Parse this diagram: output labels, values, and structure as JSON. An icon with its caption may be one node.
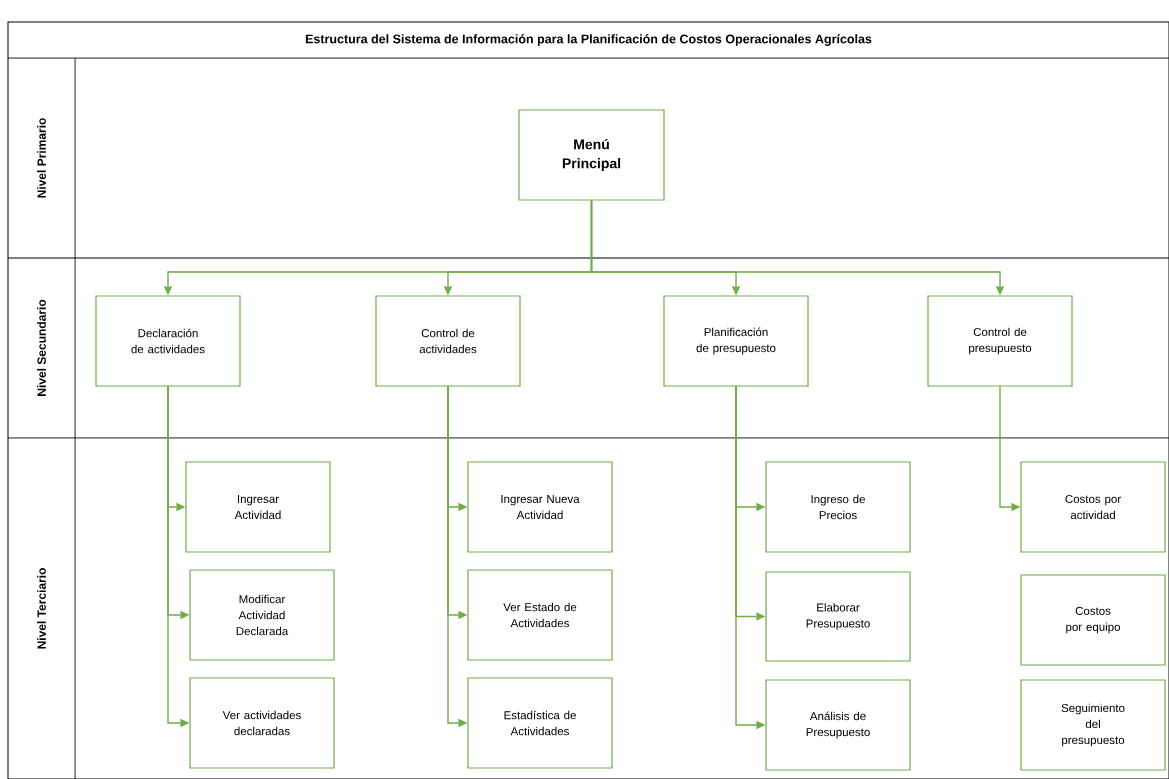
{
  "diagram": {
    "title": "Estructura del Sistema de Información para la Planificación de Costos Operacionales Agrícolas",
    "nodes": [
      {
        "text": [
          "Menú Principal"
        ]
      },
      {
        "text": [
          "Declaración de actividades"
        ]
      },
      {
        "text": [
          "Control de actividades"
        ]
      },
      {
        "text": [
          "Planificación de presupuesto"
        ]
      },
      {
        "text": [
          "Control de presupuesto"
        ]
      },
      {
        "text": [
          "Ingresar Actividad"
        ]
      },
      {
        "text": [
          "Modificar Actividad Declarada"
        ]
      },
      {
        "text": [
          "Ver actividades declaradas"
        ]
      },
      {
        "text": [
          "Ingresar Nueva Actividad"
        ]
      },
      {
        "text": [
          "Ver Estado de Actividades"
        ]
      },
      {
        "text": [
          "Estadística de Actividades"
        ]
      },
      {
        "text": [
          "Ingreso de Precios"
        ]
      },
      {
        "text": [
          "Elaborar Presupuesto"
        ]
      },
      {
        "text": [
          "Análisis de Presupuesto"
        ]
      },
      {
        "text": [
          "Costos por actividad"
        ]
      },
      {
        "text": [
          "Costos por equipo"
        ]
      },
      {
        "text": [
          "Seguimiento del presupuesto"
        ]
      }
    ],
    "edges": [
      {
        "from": 0,
        "to": 1,
        "arrow": "to"
      },
      {
        "from": 0,
        "to": 2,
        "arrow": "to"
      },
      {
        "from": 0,
        "to": 3,
        "arrow": "to"
      },
      {
        "from": 0,
        "to": 4,
        "arrow": "to"
      },
      {
        "from": 1,
        "to": 5,
        "arrow": "to"
      },
      {
        "from": 1,
        "to": 6,
        "arrow": "to"
      },
      {
        "from": 1,
        "to": 7,
        "arrow": "to"
      },
      {
        "from": 2,
        "to": 8,
        "arrow": "to"
      },
      {
        "from": 2,
        "to": 9,
        "arrow": "to"
      },
      {
        "from": 2,
        "to": 10,
        "arrow": "to"
      },
      {
        "from": 3,
        "to": 11,
        "arrow": "to"
      },
      {
        "from": 3,
        "to": 12,
        "arrow": "to"
      },
      {
        "from": 3,
        "to": 13,
        "arrow": "to"
      },
      {
        "from": 4,
        "to": 14,
        "arrow": "to"
      }
    ],
    "labels": [
      "Nivel Primario",
      "Nivel Secundario",
      "Nivel Terciario"
    ]
  }
}
